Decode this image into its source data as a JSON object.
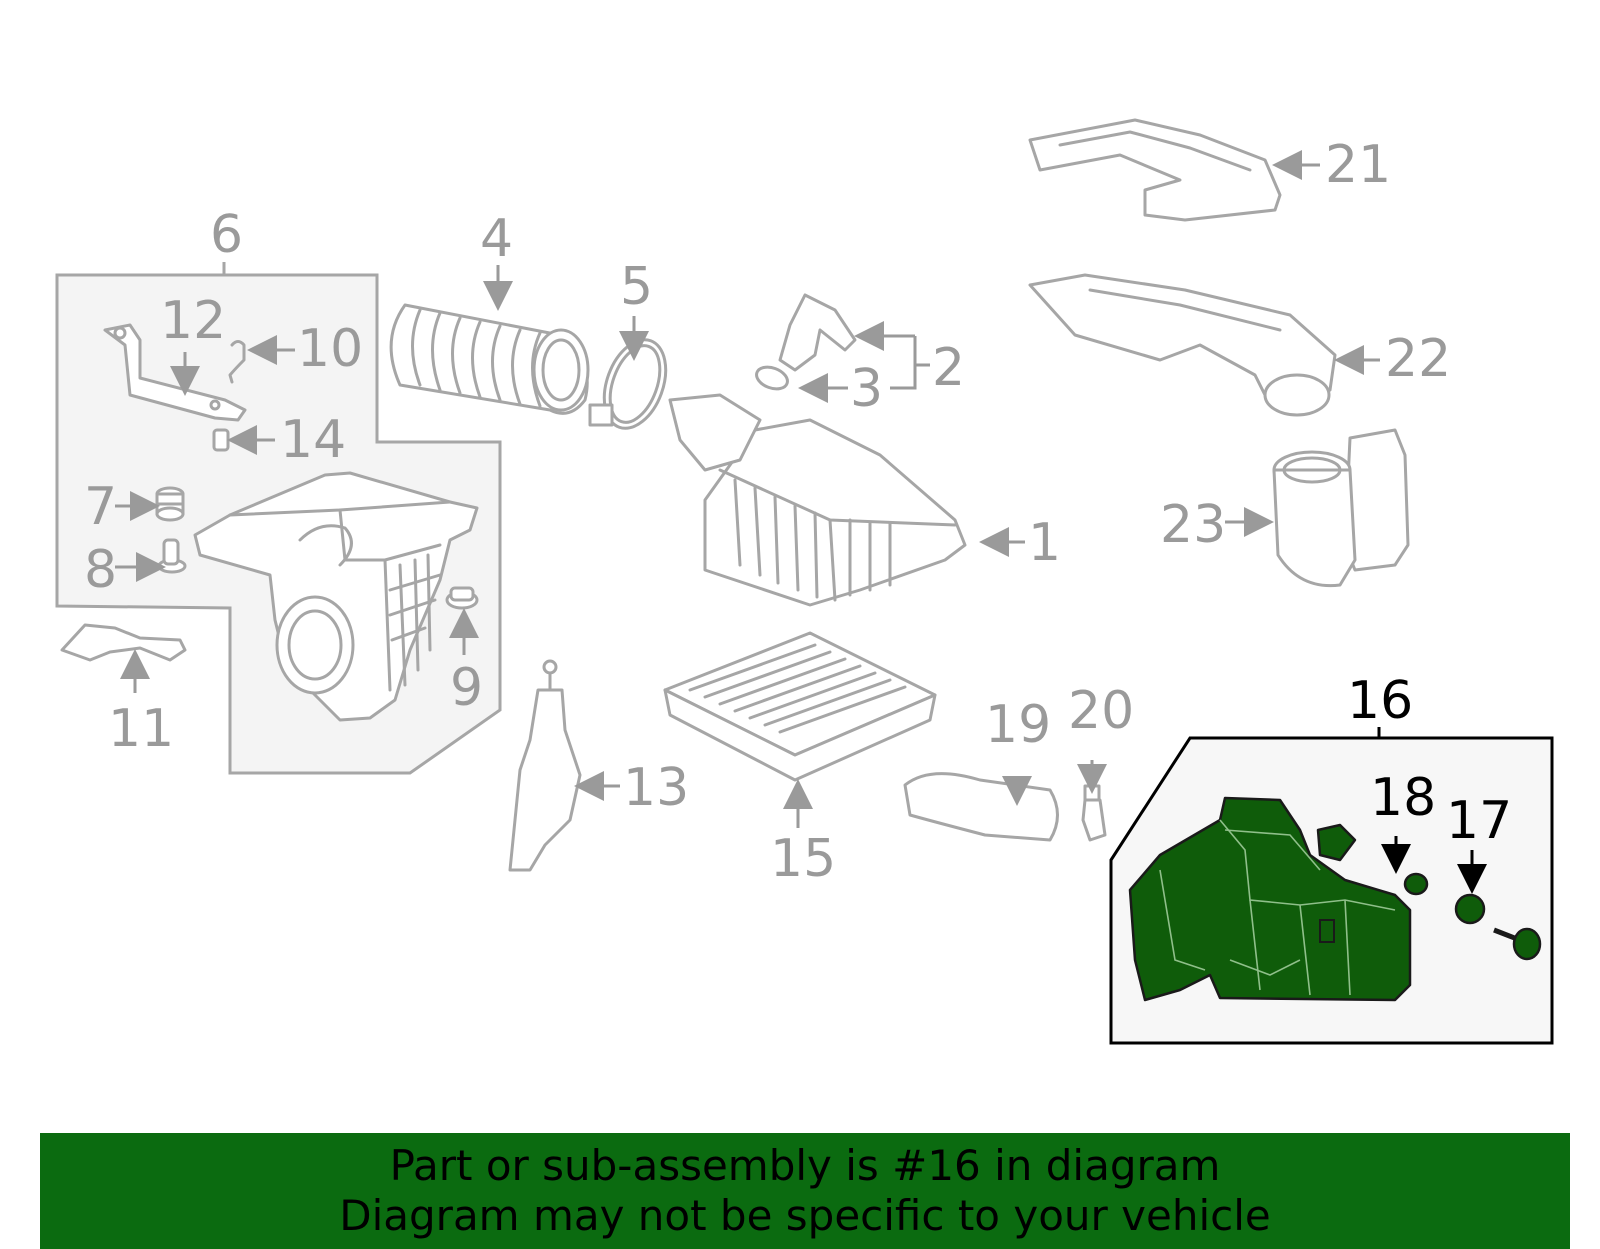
{
  "callouts": {
    "c1": "1",
    "c2": "2",
    "c3": "3",
    "c4": "4",
    "c5": "5",
    "c6": "6",
    "c7": "7",
    "c8": "8",
    "c9": "9",
    "c10": "10",
    "c11": "11",
    "c12": "12",
    "c13": "13",
    "c14": "14",
    "c15": "15",
    "c16": "16",
    "c17": "17",
    "c18": "18",
    "c19": "19",
    "c20": "20",
    "c21": "21",
    "c22": "22",
    "c23": "23"
  },
  "highlight": {
    "part_number": "16",
    "color": "#0b6b10"
  },
  "banner": {
    "line1": "Part or sub-assembly is #16 in diagram",
    "line2": "Diagram may not be specific to your vehicle"
  },
  "colors": {
    "faded_part": "#a6a6a6",
    "highlight_fill": "#0f5c0a",
    "banner_bg": "#0b6b10"
  }
}
